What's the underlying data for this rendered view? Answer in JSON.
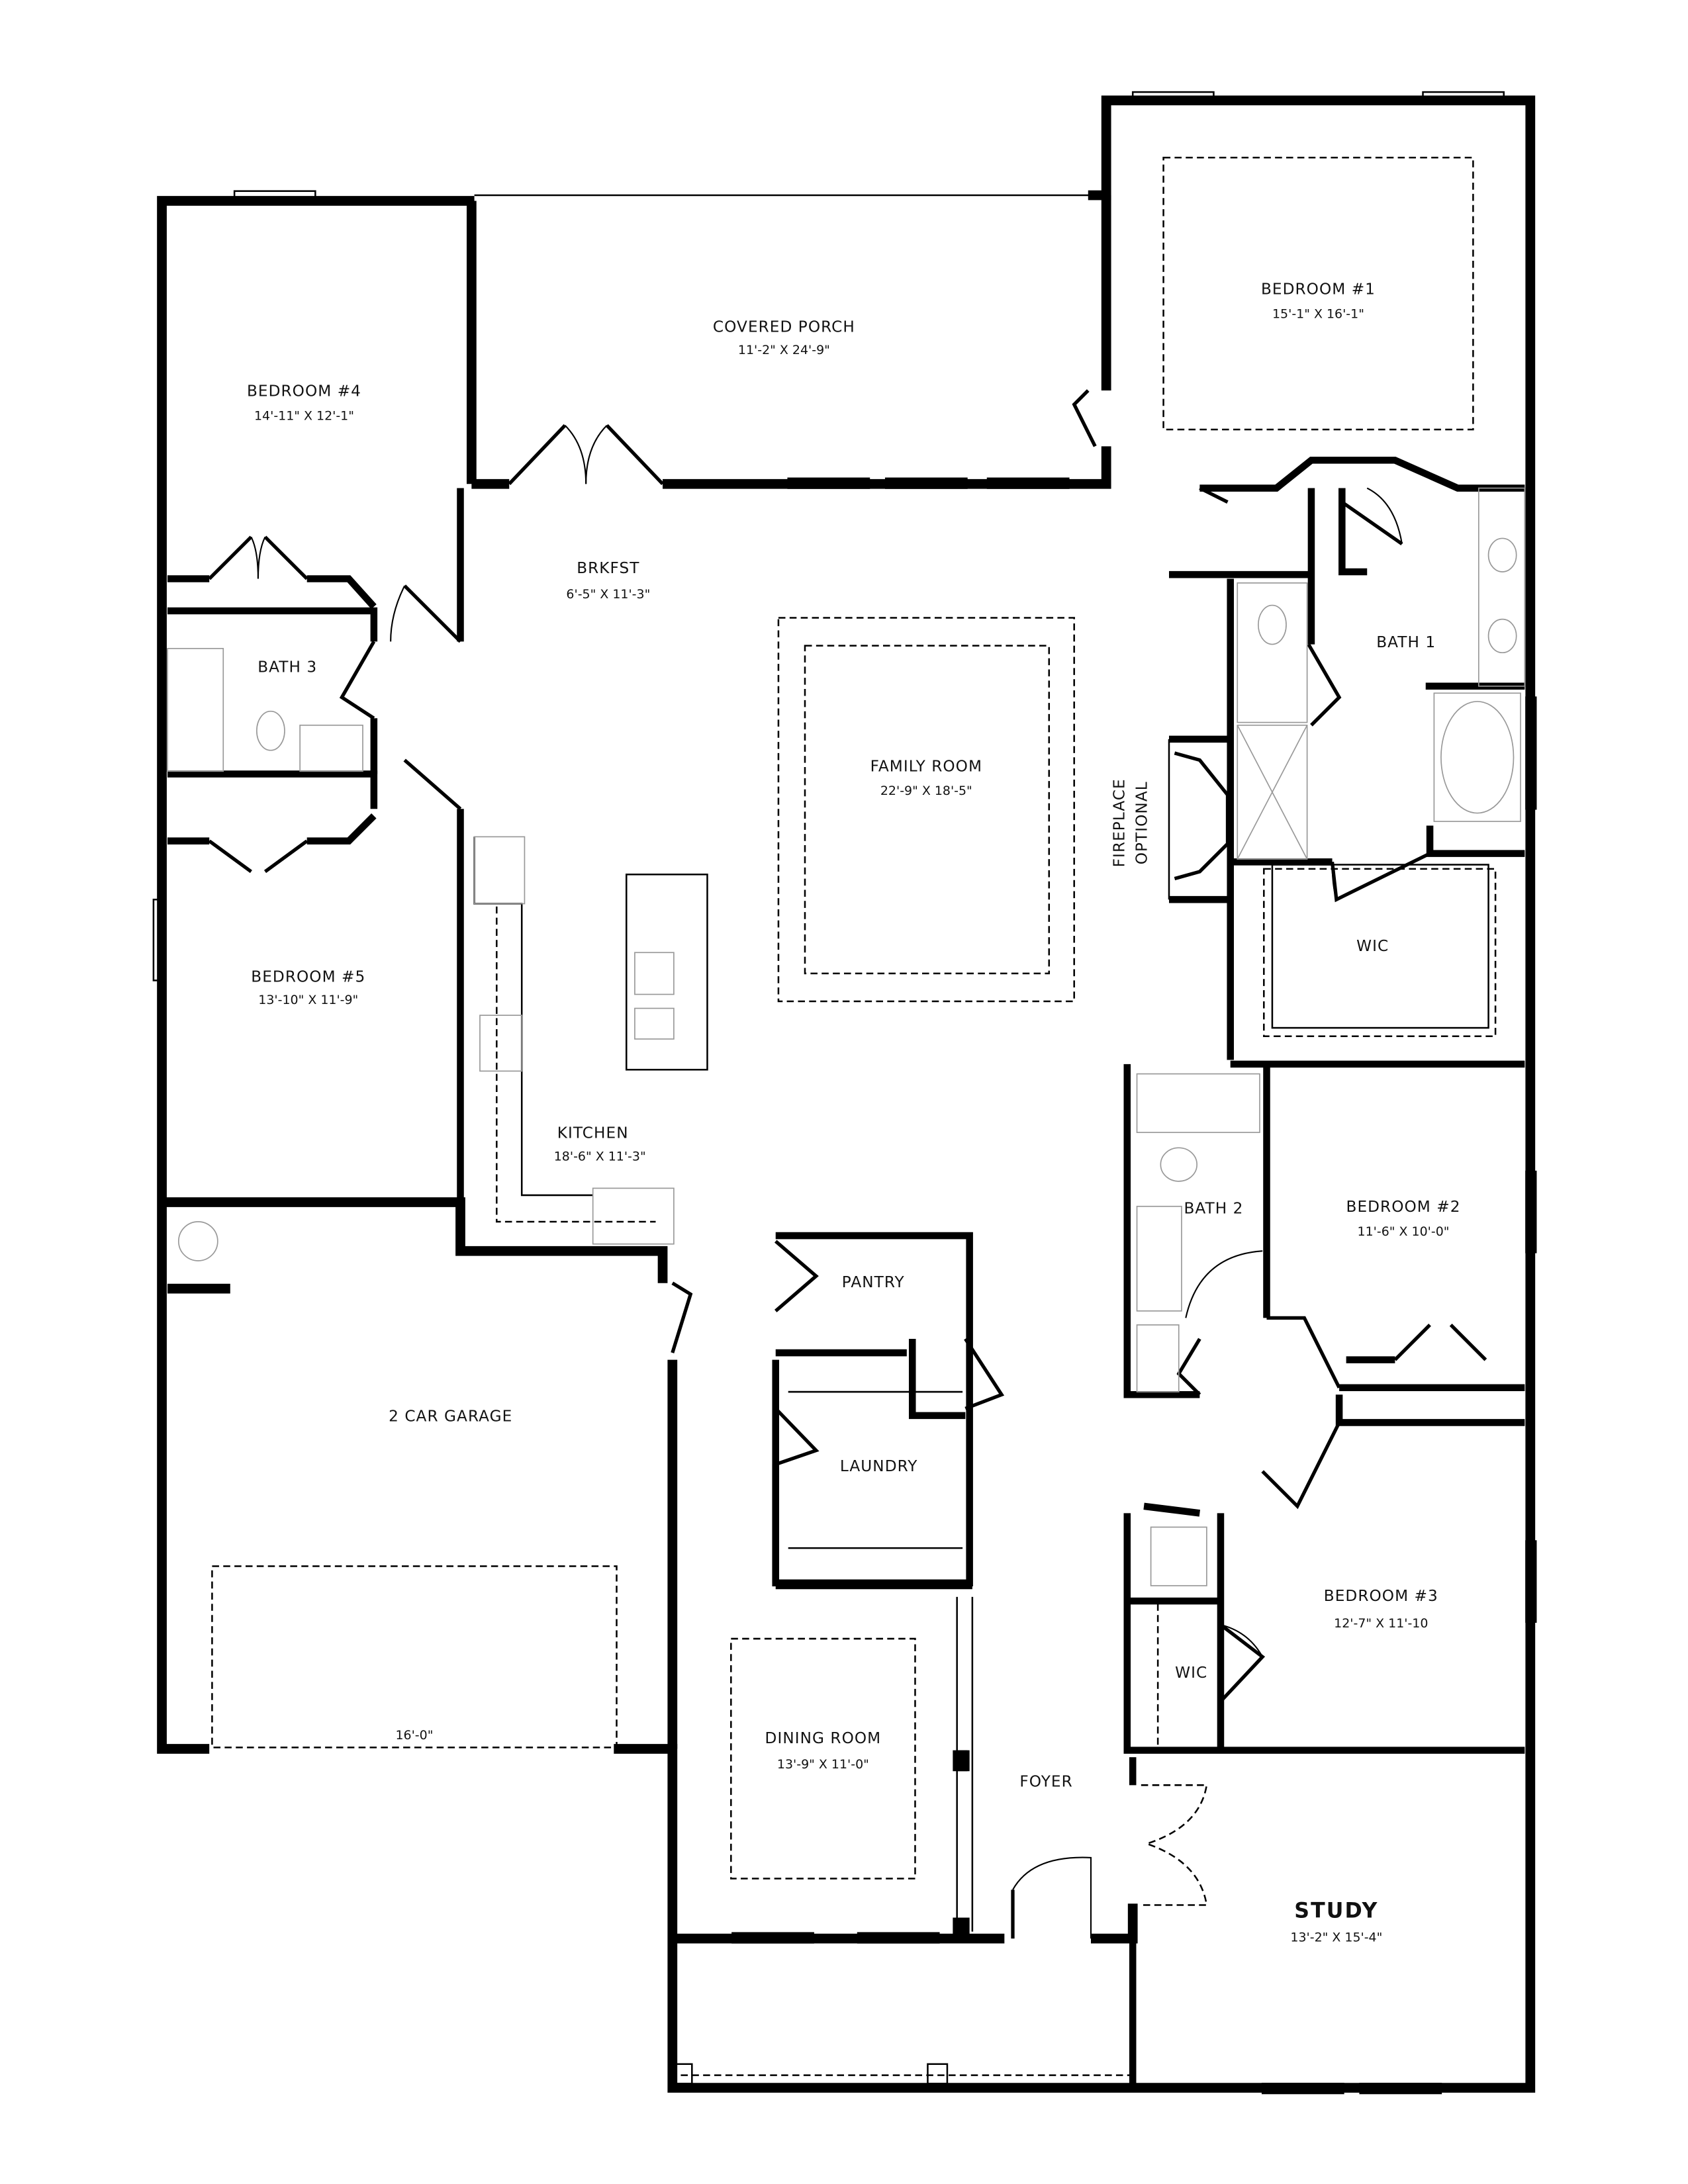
{
  "rooms": {
    "covered_porch": {
      "name": "COVERED PORCH",
      "size": "11'-2\" X 24'-9\""
    },
    "bedroom1": {
      "name": "BEDROOM #1",
      "size": "15'-1\" X 16'-1\""
    },
    "bedroom4": {
      "name": "BEDROOM #4",
      "size": "14'-11\" X 12'-1\""
    },
    "brkfst": {
      "name": "BRKFST",
      "size": "6'-5\" X 11'-3\""
    },
    "bath3": {
      "name": "BATH 3"
    },
    "bath1": {
      "name": "BATH 1"
    },
    "family_room": {
      "name": "FAMILY ROOM",
      "size": "22'-9\" X 18'-5\""
    },
    "fireplace": {
      "line1": "FIREPLACE",
      "line2": "OPTIONAL"
    },
    "wic1": {
      "name": "WIC"
    },
    "bedroom5": {
      "name": "BEDROOM #5",
      "size": "13'-10\" X 11'-9\""
    },
    "kitchen": {
      "name": "KITCHEN",
      "size": "18'-6\" X 11'-3\""
    },
    "bath2": {
      "name": "BATH 2"
    },
    "bedroom2": {
      "name": "BEDROOM #2",
      "size": "11'-6\" X 10'-0\""
    },
    "pantry": {
      "name": "PANTRY"
    },
    "garage": {
      "name": "2 CAR GARAGE",
      "door_width": "16'-0\""
    },
    "laundry": {
      "name": "LAUNDRY"
    },
    "bedroom3": {
      "name": "BEDROOM #3",
      "size": "12'-7\" X 11'-10"
    },
    "wic2": {
      "name": "WIC"
    },
    "dining_room": {
      "name": "DINING ROOM",
      "size": "13'-9\" X 11'-0\""
    },
    "foyer": {
      "name": "FOYER"
    },
    "study": {
      "name": "STUDY",
      "size": "13'-2\" X 15'-4\""
    }
  }
}
